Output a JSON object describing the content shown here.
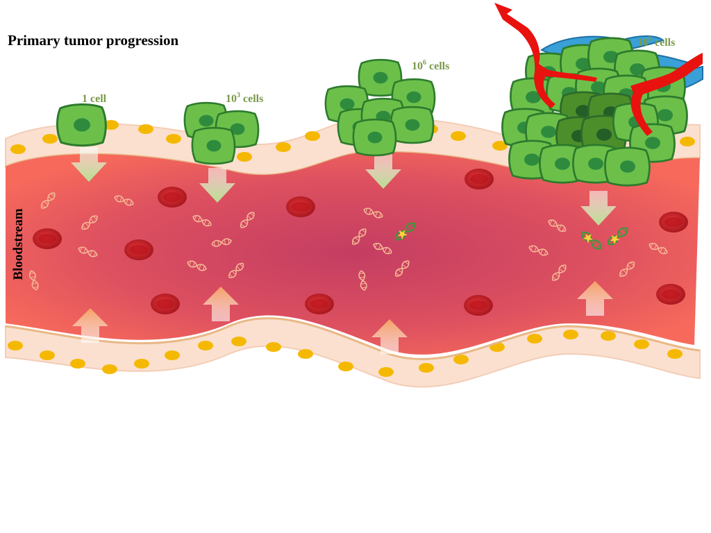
{
  "title": "Primary tumor progression",
  "bloodstream_label": "Bloodstream",
  "stages": [
    {
      "base": "1",
      "exponent": "",
      "unit": "cell"
    },
    {
      "base": "10",
      "exponent": "3",
      "unit": "cells"
    },
    {
      "base": "10",
      "exponent": "6",
      "unit": "cells"
    },
    {
      "base": "10",
      "exponent": "9",
      "unit": "cells"
    }
  ],
  "colors": {
    "label_green": "#7a9a4a",
    "tumor_cell": "#6cc04a",
    "tumor_nucleus": "#2e8b3e",
    "blood_vessel": "#e25560",
    "red_blood_cell": "#c8222a",
    "vessel_wall": "#fbe0cf",
    "wall_nucleus": "#f5b800",
    "capillary": "#e8120e",
    "fibroblast": "#39a0d8"
  }
}
